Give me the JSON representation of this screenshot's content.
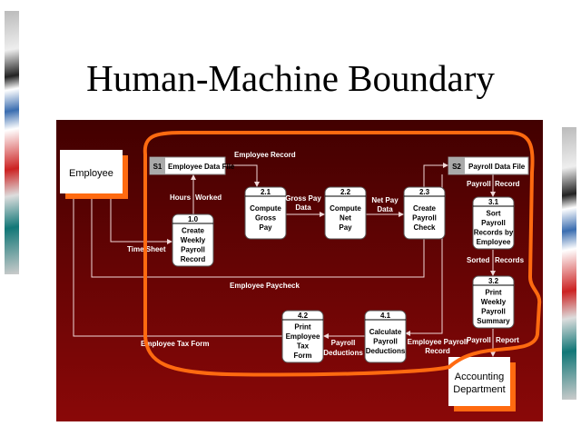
{
  "title": "Human-Machine Boundary",
  "colors": {
    "background": "#7a0000",
    "boundary": "#ff6a10",
    "shadow": "#ff6a10"
  },
  "entities": {
    "employee": "Employee",
    "accounting": [
      "Accounting",
      "Department"
    ]
  },
  "stores": {
    "s1": {
      "id": "S1",
      "name": "Employee Data File"
    },
    "s2": {
      "id": "S2",
      "name": "Payroll Data File"
    }
  },
  "processes": {
    "p10": {
      "id": "1.0",
      "lines": [
        "Create",
        "Weekly",
        "Payroll",
        "Record"
      ]
    },
    "p21": {
      "id": "2.1",
      "lines": [
        "Compute",
        "Gross",
        "Pay"
      ]
    },
    "p22": {
      "id": "2.2",
      "lines": [
        "Compute",
        "Net",
        "Pay"
      ]
    },
    "p23": {
      "id": "2.3",
      "lines": [
        "Create",
        "Payroll",
        "Check"
      ]
    },
    "p31": {
      "id": "3.1",
      "lines": [
        "Sort",
        "Payroll",
        "Records by",
        "Employee"
      ]
    },
    "p32": {
      "id": "3.2",
      "lines": [
        "Print",
        "Weekly",
        "Payroll",
        "Summary"
      ]
    },
    "p41": {
      "id": "4.1",
      "lines": [
        "Calculate",
        "Payroll",
        "Deductions"
      ]
    },
    "p42": {
      "id": "4.2",
      "lines": [
        "Print",
        "Employee",
        "Tax",
        "Form"
      ]
    }
  },
  "flows": {
    "employee_record": "Employee Record",
    "hours": "Hours",
    "worked": "Worked",
    "time_sheet": "Time Sheet",
    "gross_pay_data": [
      "Gross Pay",
      "Data"
    ],
    "net_pay_data": [
      "Net Pay",
      "Data"
    ],
    "payroll": "Payroll",
    "record": "Record",
    "sorted": "Sorted",
    "records": "Records",
    "employee_paycheck": "Employee Paycheck",
    "payroll_report": [
      "Payroll",
      "Report"
    ],
    "employee_payroll_record": [
      "Employee Payroll",
      "Record"
    ],
    "payroll_deductions": [
      "Payroll",
      "Deductions"
    ],
    "employee_tax_form": "Employee Tax Form"
  }
}
